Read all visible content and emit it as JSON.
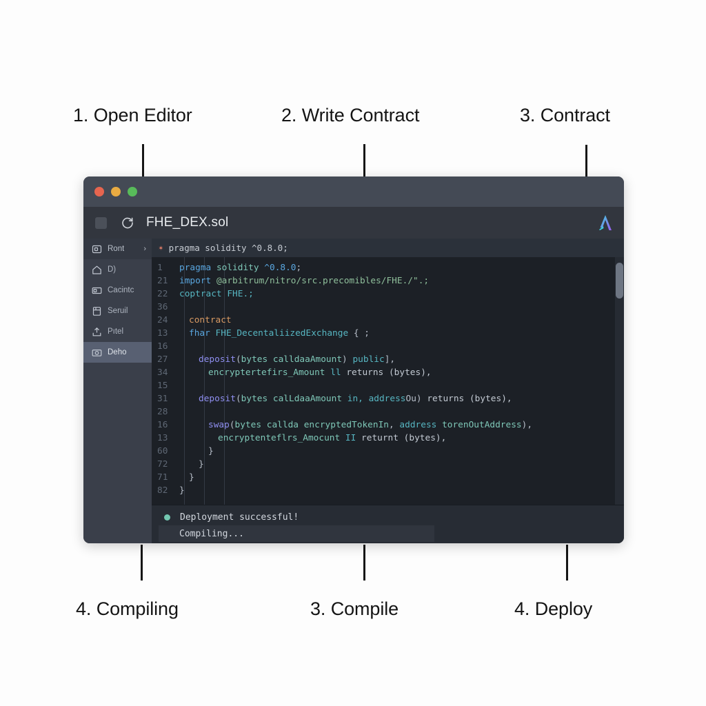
{
  "annotations": {
    "top": [
      {
        "text": "1. Open Editor"
      },
      {
        "text": "2. Write Contract"
      },
      {
        "text": "3. Contract"
      }
    ],
    "bottom": [
      {
        "text": "4. Compiling"
      },
      {
        "text": "3. Compile"
      },
      {
        "text": "4. Deploy"
      }
    ]
  },
  "window": {
    "traffic_lights": [
      "close",
      "minimize",
      "zoom"
    ],
    "toolbar": {
      "square_label": "",
      "refresh_icon": "refresh-icon",
      "title": "FHE_DEX.sol",
      "logo_icon": "arbitrum-a-logo"
    },
    "sidebar": {
      "items": [
        {
          "icon": "frame-icon",
          "label": "Ront",
          "chevron": "›",
          "state": "header"
        },
        {
          "icon": "home-icon",
          "label": "D)",
          "chevron": "",
          "state": "normal"
        },
        {
          "icon": "window-icon",
          "label": "Cacintc",
          "chevron": "",
          "state": "normal"
        },
        {
          "icon": "book-icon",
          "label": "Seruil",
          "chevron": "",
          "state": "normal"
        },
        {
          "icon": "upload-icon",
          "label": "Pıtel",
          "chevron": "",
          "state": "normal"
        },
        {
          "icon": "camera-icon",
          "label": "Deho",
          "chevron": "",
          "state": "active"
        }
      ]
    },
    "editor": {
      "tab": {
        "modified_marker": "✶",
        "label": "pragma solidity ^0.8.0;"
      },
      "lines": [
        {
          "num": "1",
          "indent": 0,
          "tokens": [
            {
              "t": "pragma",
              "c": "k-key"
            },
            {
              "t": " solidity ",
              "c": "k-var"
            },
            {
              "t": "^0.8.0",
              "c": "k-num"
            },
            {
              "t": ";",
              "c": "k-punct"
            }
          ]
        },
        {
          "num": "21",
          "indent": 0,
          "tokens": [
            {
              "t": "import",
              "c": "k-key"
            },
            {
              "t": " @arbitrum/nitro/src.precomibles/FHE./\".;",
              "c": "k-str"
            }
          ]
        },
        {
          "num": "22",
          "indent": 0,
          "tokens": [
            {
              "t": "coptract",
              "c": "k-type"
            },
            {
              "t": " FHE.;",
              "c": "k-type"
            }
          ]
        },
        {
          "num": "36",
          "indent": 0,
          "tokens": []
        },
        {
          "num": "24",
          "indent": 1,
          "tokens": [
            {
              "t": "contract",
              "c": "k-kw"
            }
          ]
        },
        {
          "num": "13",
          "indent": 1,
          "tokens": [
            {
              "t": "fhar",
              "c": "k-key"
            },
            {
              "t": " FHE_DecentaliizedExchange ",
              "c": "k-type"
            },
            {
              "t": "{ ;",
              "c": "k-punct"
            }
          ]
        },
        {
          "num": "16",
          "indent": 1,
          "tokens": []
        },
        {
          "num": "27",
          "indent": 2,
          "tokens": [
            {
              "t": "deposit",
              "c": "k-fn"
            },
            {
              "t": "(",
              "c": "k-punct"
            },
            {
              "t": "bytes calldaaAmount",
              "c": "k-var"
            },
            {
              "t": ") ",
              "c": "k-punct"
            },
            {
              "t": "public",
              "c": "k-type"
            },
            {
              "t": "],",
              "c": "k-punct"
            }
          ]
        },
        {
          "num": "34",
          "indent": 3,
          "tokens": [
            {
              "t": "encryptertefirs_Amount ",
              "c": "k-var"
            },
            {
              "t": "ll",
              "c": "k-type"
            },
            {
              "t": " returns ",
              "c": "k-plain"
            },
            {
              "t": "(bytes),",
              "c": "k-plain"
            }
          ]
        },
        {
          "num": "15",
          "indent": 2,
          "tokens": []
        },
        {
          "num": "31",
          "indent": 2,
          "tokens": [
            {
              "t": "deposit",
              "c": "k-fn"
            },
            {
              "t": "(",
              "c": "k-punct"
            },
            {
              "t": "bytes calLdaaAmount ",
              "c": "k-var"
            },
            {
              "t": "in, address",
              "c": "k-type"
            },
            {
              "t": "Ou) ",
              "c": "k-punct"
            },
            {
              "t": "returns ",
              "c": "k-plain"
            },
            {
              "t": "(bytes),",
              "c": "k-plain"
            }
          ]
        },
        {
          "num": "28",
          "indent": 2,
          "tokens": []
        },
        {
          "num": "16",
          "indent": 3,
          "tokens": [
            {
              "t": "swap",
              "c": "k-fn"
            },
            {
              "t": "(",
              "c": "k-punct"
            },
            {
              "t": "bytes callda ",
              "c": "k-var"
            },
            {
              "t": "encryptedTokenIn",
              "c": "k-var"
            },
            {
              "t": ", ",
              "c": "k-punct"
            },
            {
              "t": "address",
              "c": "k-type"
            },
            {
              "t": " torenOutAddress",
              "c": "k-var"
            },
            {
              "t": "),",
              "c": "k-punct"
            }
          ]
        },
        {
          "num": "13",
          "indent": 4,
          "tokens": [
            {
              "t": "encryptenteflrs_Amocunt ",
              "c": "k-var"
            },
            {
              "t": "II",
              "c": "k-type"
            },
            {
              "t": " returnt ",
              "c": "k-plain"
            },
            {
              "t": "(bytes),",
              "c": "k-plain"
            }
          ]
        },
        {
          "num": "60",
          "indent": 3,
          "tokens": [
            {
              "t": "}",
              "c": "k-punct"
            }
          ]
        },
        {
          "num": "72",
          "indent": 2,
          "tokens": [
            {
              "t": "}",
              "c": "k-punct"
            }
          ]
        },
        {
          "num": "71",
          "indent": 1,
          "tokens": [
            {
              "t": "}",
              "c": "k-punct"
            }
          ]
        },
        {
          "num": "82",
          "indent": 0,
          "tokens": [
            {
              "t": "}",
              "c": "k-punct"
            }
          ]
        }
      ]
    },
    "status": {
      "rows": [
        {
          "dot": true,
          "text": "Deployment successful!",
          "highlight": false
        },
        {
          "dot": false,
          "text": "Compiling...",
          "highlight": true
        }
      ]
    }
  },
  "colors": {
    "page_bg": "#fdfdfd",
    "window_bg": "#21252b",
    "titlebar": "#444a55",
    "toolbar": "#32363e",
    "sidebar": "#3a3f4a",
    "sidebar_active": "#586072",
    "code_bg": "#1c2026",
    "status_bg": "#272c34",
    "success_dot": "#73c7b0",
    "traffic_red": "#e6654f",
    "traffic_yellow": "#e9ab42",
    "traffic_green": "#58bb5a",
    "logo_cyan": "#3fd0e0",
    "logo_purple": "#9b5cf0"
  }
}
